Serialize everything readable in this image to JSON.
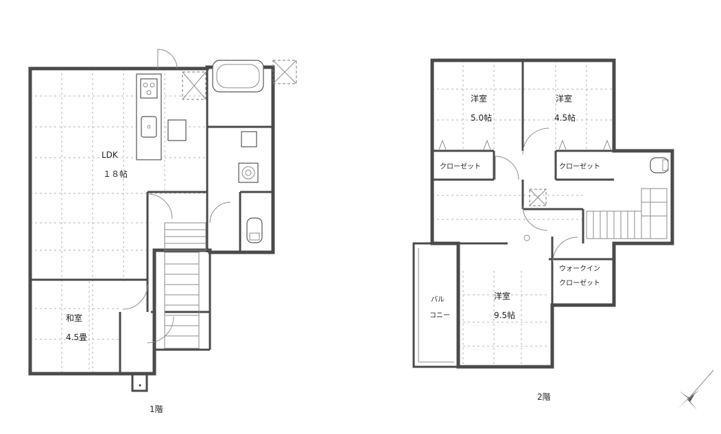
{
  "floor1": {
    "caption": "1階",
    "rooms": {
      "ldk": {
        "name": "LDK",
        "size": "１８帖"
      },
      "washitsu": {
        "name": "和室",
        "size": "4.5畳"
      }
    }
  },
  "floor2": {
    "caption": "2階",
    "rooms": {
      "youshitsu_a": {
        "name": "洋室",
        "size": "5.0帖"
      },
      "youshitsu_b": {
        "name": "洋室",
        "size": "4.5帖"
      },
      "closet_a": {
        "name": "クローゼット"
      },
      "closet_b": {
        "name": "クローゼット"
      },
      "youshitsu_c": {
        "name": "洋室",
        "size": "9.5帖"
      },
      "balcony": {
        "line1": "バル",
        "line2": "コニー"
      },
      "walkin": {
        "line1": "ウォークイン",
        "line2": "クローゼット"
      }
    }
  },
  "icons": [
    "compass-icon",
    "toilet-icon",
    "bathtub-icon",
    "kitchen-stove-icon",
    "sink-icon",
    "washing-machine-icon",
    "staircase-icon",
    "door-swing-icon"
  ]
}
